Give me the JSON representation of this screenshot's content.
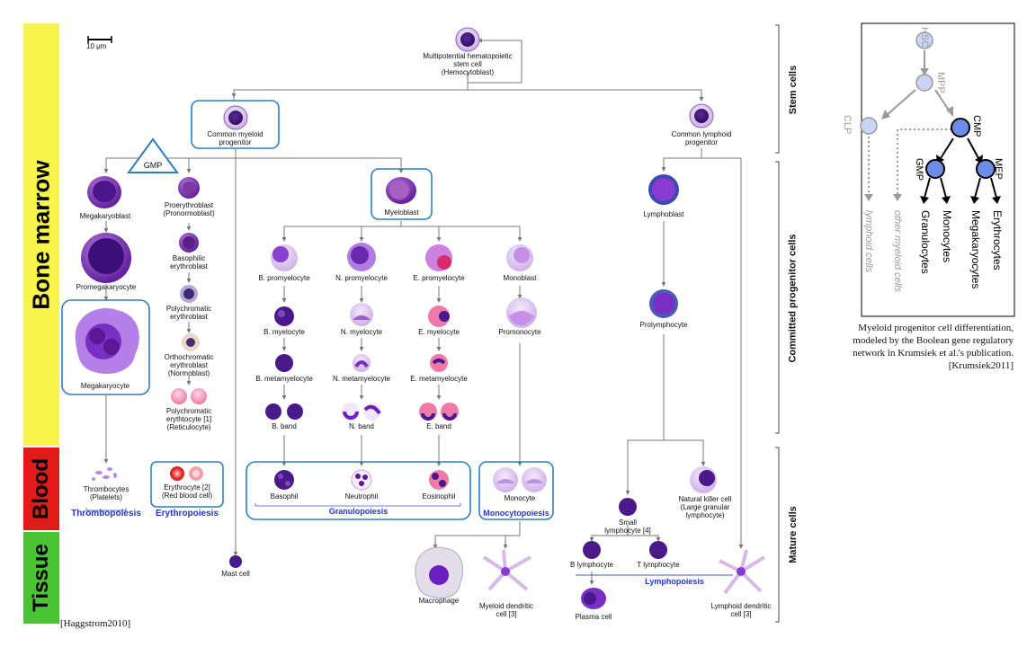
{
  "bands": {
    "bone_marrow": {
      "label": "Bone marrow",
      "color": "#f7f44a"
    },
    "blood": {
      "label": "Blood",
      "color": "#e11a1a"
    },
    "tissue": {
      "label": "Tissue",
      "color": "#4ac334"
    }
  },
  "sections": {
    "stem": "Stem cells",
    "committed": "Committed progenitor cells",
    "mature": "Mature cells"
  },
  "scale_bar": "10 μm",
  "gmp_label": "GMP",
  "cells": {
    "hsc": [
      "Multipotential hematopoietic",
      "stem cell",
      "(Hemocytoblast)"
    ],
    "cmp": [
      "Common myeloid",
      "progenitor"
    ],
    "clp": [
      "Common lymphoid",
      "progenitor"
    ],
    "megakaryoblast": [
      "Megakaryoblast"
    ],
    "promegakaryocyte": [
      "Promegakaryocyte"
    ],
    "megakaryocyte": [
      "Megakaryocyte"
    ],
    "thrombocytes": [
      "Thrombocytes",
      "(Platelets)"
    ],
    "proerythroblast": [
      "Proerythroblast",
      "(Pronormoblast)"
    ],
    "baso_erythroblast": [
      "Basophilic",
      "erythroblast"
    ],
    "poly_erythroblast": [
      "Polychromatic",
      "erythroblast"
    ],
    "ortho_erythroblast": [
      "Orthochromatic",
      "erythroblast",
      "(Normoblast)"
    ],
    "reticulocyte": [
      "Polychromatic",
      "erythtocyte [1]",
      "(Reticulocyte)"
    ],
    "erythrocyte": [
      "Erythrocyte [2]",
      "(Red blood cell)"
    ],
    "myeloblast": [
      "Myeloblast"
    ],
    "b_promyelocyte": [
      "B. promyelocyte"
    ],
    "n_promyelocyte": [
      "N. promyelocyte"
    ],
    "e_promyelocyte": [
      "E. promyelocyte"
    ],
    "monoblast": [
      "Monoblast"
    ],
    "b_myelocyte": [
      "B. myelocyte"
    ],
    "n_myelocyte": [
      "N. myelocyte"
    ],
    "e_myelocyte": [
      "E. myelocyte"
    ],
    "promonocyte": [
      "Promonocyte"
    ],
    "b_metamyelocyte": [
      "B. metamyelocyte"
    ],
    "n_metamyelocyte": [
      "N. metamyelocyte"
    ],
    "e_metamyelocyte": [
      "E. metamyelocyte"
    ],
    "b_band": [
      "B. band"
    ],
    "n_band": [
      "N. band"
    ],
    "e_band": [
      "E. band"
    ],
    "basophil": [
      "Basophil"
    ],
    "neutrophil": [
      "Neutrophil"
    ],
    "eosinophil": [
      "Eosinophil"
    ],
    "monocyte": [
      "Monocyte"
    ],
    "mast": [
      "Mast cell"
    ],
    "macrophage": [
      "Macrophage"
    ],
    "myeloid_dc": [
      "Myeloid dendritic",
      "cell [3]"
    ],
    "lymphoblast": [
      "Lymphoblast"
    ],
    "prolymphocyte": [
      "Prolymphocyte"
    ],
    "small_lymphocyte": [
      "Small",
      "lymphocyte [4]"
    ],
    "nk_cell": [
      "Natural killer cell",
      "(Large granular",
      "lymphocyte)"
    ],
    "b_lymphocyte": [
      "B lymphocyte"
    ],
    "t_lymphocyte": [
      "T lymphocyte"
    ],
    "plasma": [
      "Plasma cell"
    ],
    "lymphoid_dc": [
      "Lymphoid dendritic",
      "cell [3]"
    ]
  },
  "processes": {
    "thrombopoiesis": "Thrombopoiesis",
    "erythropoiesis": "Erythropoiesis",
    "granulopoiesis": "Granulopoiesis",
    "monocytopoiesis": "Monocytopoiesis",
    "lymphopoiesis": "Lymphopoiesis"
  },
  "citation_left": "[Haggstrom2010]",
  "network": {
    "nodes": {
      "hsc": "HSC",
      "mpp": "MPP",
      "clp": "CLP",
      "cmp": "CMP",
      "gmp": "GMP",
      "mep": "MEP"
    },
    "outputs": {
      "lymphoid": "lymphoid cells",
      "other_myeloid": "other myeloid cells",
      "granulocytes": "Granulocytes",
      "monocytes": "Monocytes",
      "megakaryocytes": "Megakaryocytes",
      "erythrocytes": "Erythrocytes"
    },
    "colors": {
      "active": "#6f8de8",
      "inactive": "#c9d5f2",
      "gray": "#9a9a9a"
    }
  },
  "caption": "Myeloid progenitor cell differentiation, modeled by the Boolean gene regulatory network in Krumsiek et al.'s publication.",
  "caption_cite": "[Krumsiek2011]"
}
